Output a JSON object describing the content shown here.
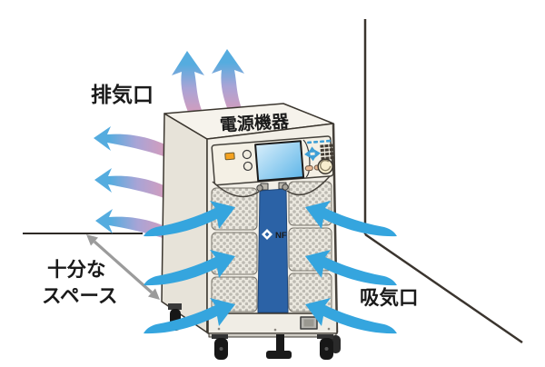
{
  "diagram": {
    "labels": {
      "exhaust": "排気口",
      "device": "電源機器",
      "space1": "十分な",
      "space2": "スペース",
      "intake": "吸気口",
      "logo": "NF"
    },
    "colors": {
      "arrow_blue": "#35A5DE",
      "arrow_pink": "#DC9BB8",
      "arrow_lavender": "#A8A4D6",
      "stripe_blue": "#2B62A6",
      "body": "#F2EFE7",
      "body_side": "#E7E3D9",
      "body_top": "#F6F3EC",
      "panel": "#F4F0E5",
      "screen_blue": "#6FBFEA",
      "led_orange": "#F5A21F",
      "keypad_blue": "#3E9FD6",
      "wall_line": "#3A342E",
      "space_arrow_gray": "#9B9B9B",
      "grille_dot": "#BDBAB2",
      "caster_black": "#171717"
    }
  }
}
